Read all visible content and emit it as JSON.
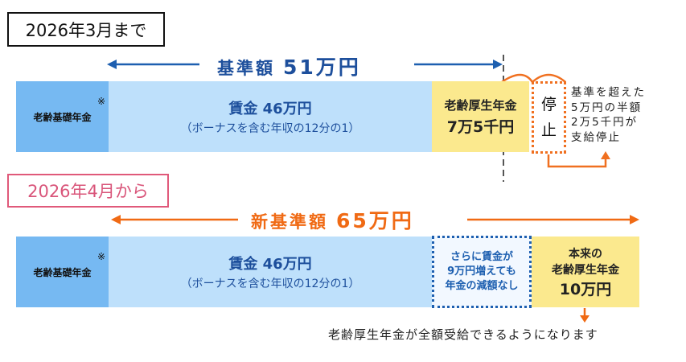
{
  "before": {
    "period_label": "2026年3月まで",
    "threshold_label": "基準額",
    "threshold_value": "51万円",
    "basic_pension": "老齢基礎年金",
    "footnote_mark": "※",
    "wage_main": "賃金 46万円",
    "wage_note": "（ボーナスを含む年収の12分の1）",
    "employee_pension_label": "老齢厚生年金",
    "employee_pension_value": "7万5千円",
    "stop_chars": [
      "停",
      "止"
    ],
    "stop_note": [
      "基準を超えた",
      "5万円の半額",
      "2万5千円が",
      "支給停止"
    ]
  },
  "after": {
    "period_label": "2026年4月から",
    "threshold_label": "新基準額",
    "threshold_value": "65万円",
    "basic_pension": "老齢基礎年金",
    "footnote_mark": "※",
    "wage_main": "賃金 46万円",
    "wage_note": "（ボーナスを含む年収の12分の1）",
    "extra_note": [
      "さらに賃金が",
      "9万円増えても",
      "年金の減額なし"
    ],
    "full_pension": [
      "本来の",
      "老齢厚生年金",
      "10万円"
    ],
    "bottom_note": "老齢厚生年金が全額受給できるようになります"
  },
  "colors": {
    "blue": "#1d4f9c",
    "orange": "#f06a14",
    "pink": "#e0597a",
    "dark_blue_box": "#76b9f2",
    "light_blue_box": "#bee0fb",
    "yellow_box": "#fbe98e"
  }
}
